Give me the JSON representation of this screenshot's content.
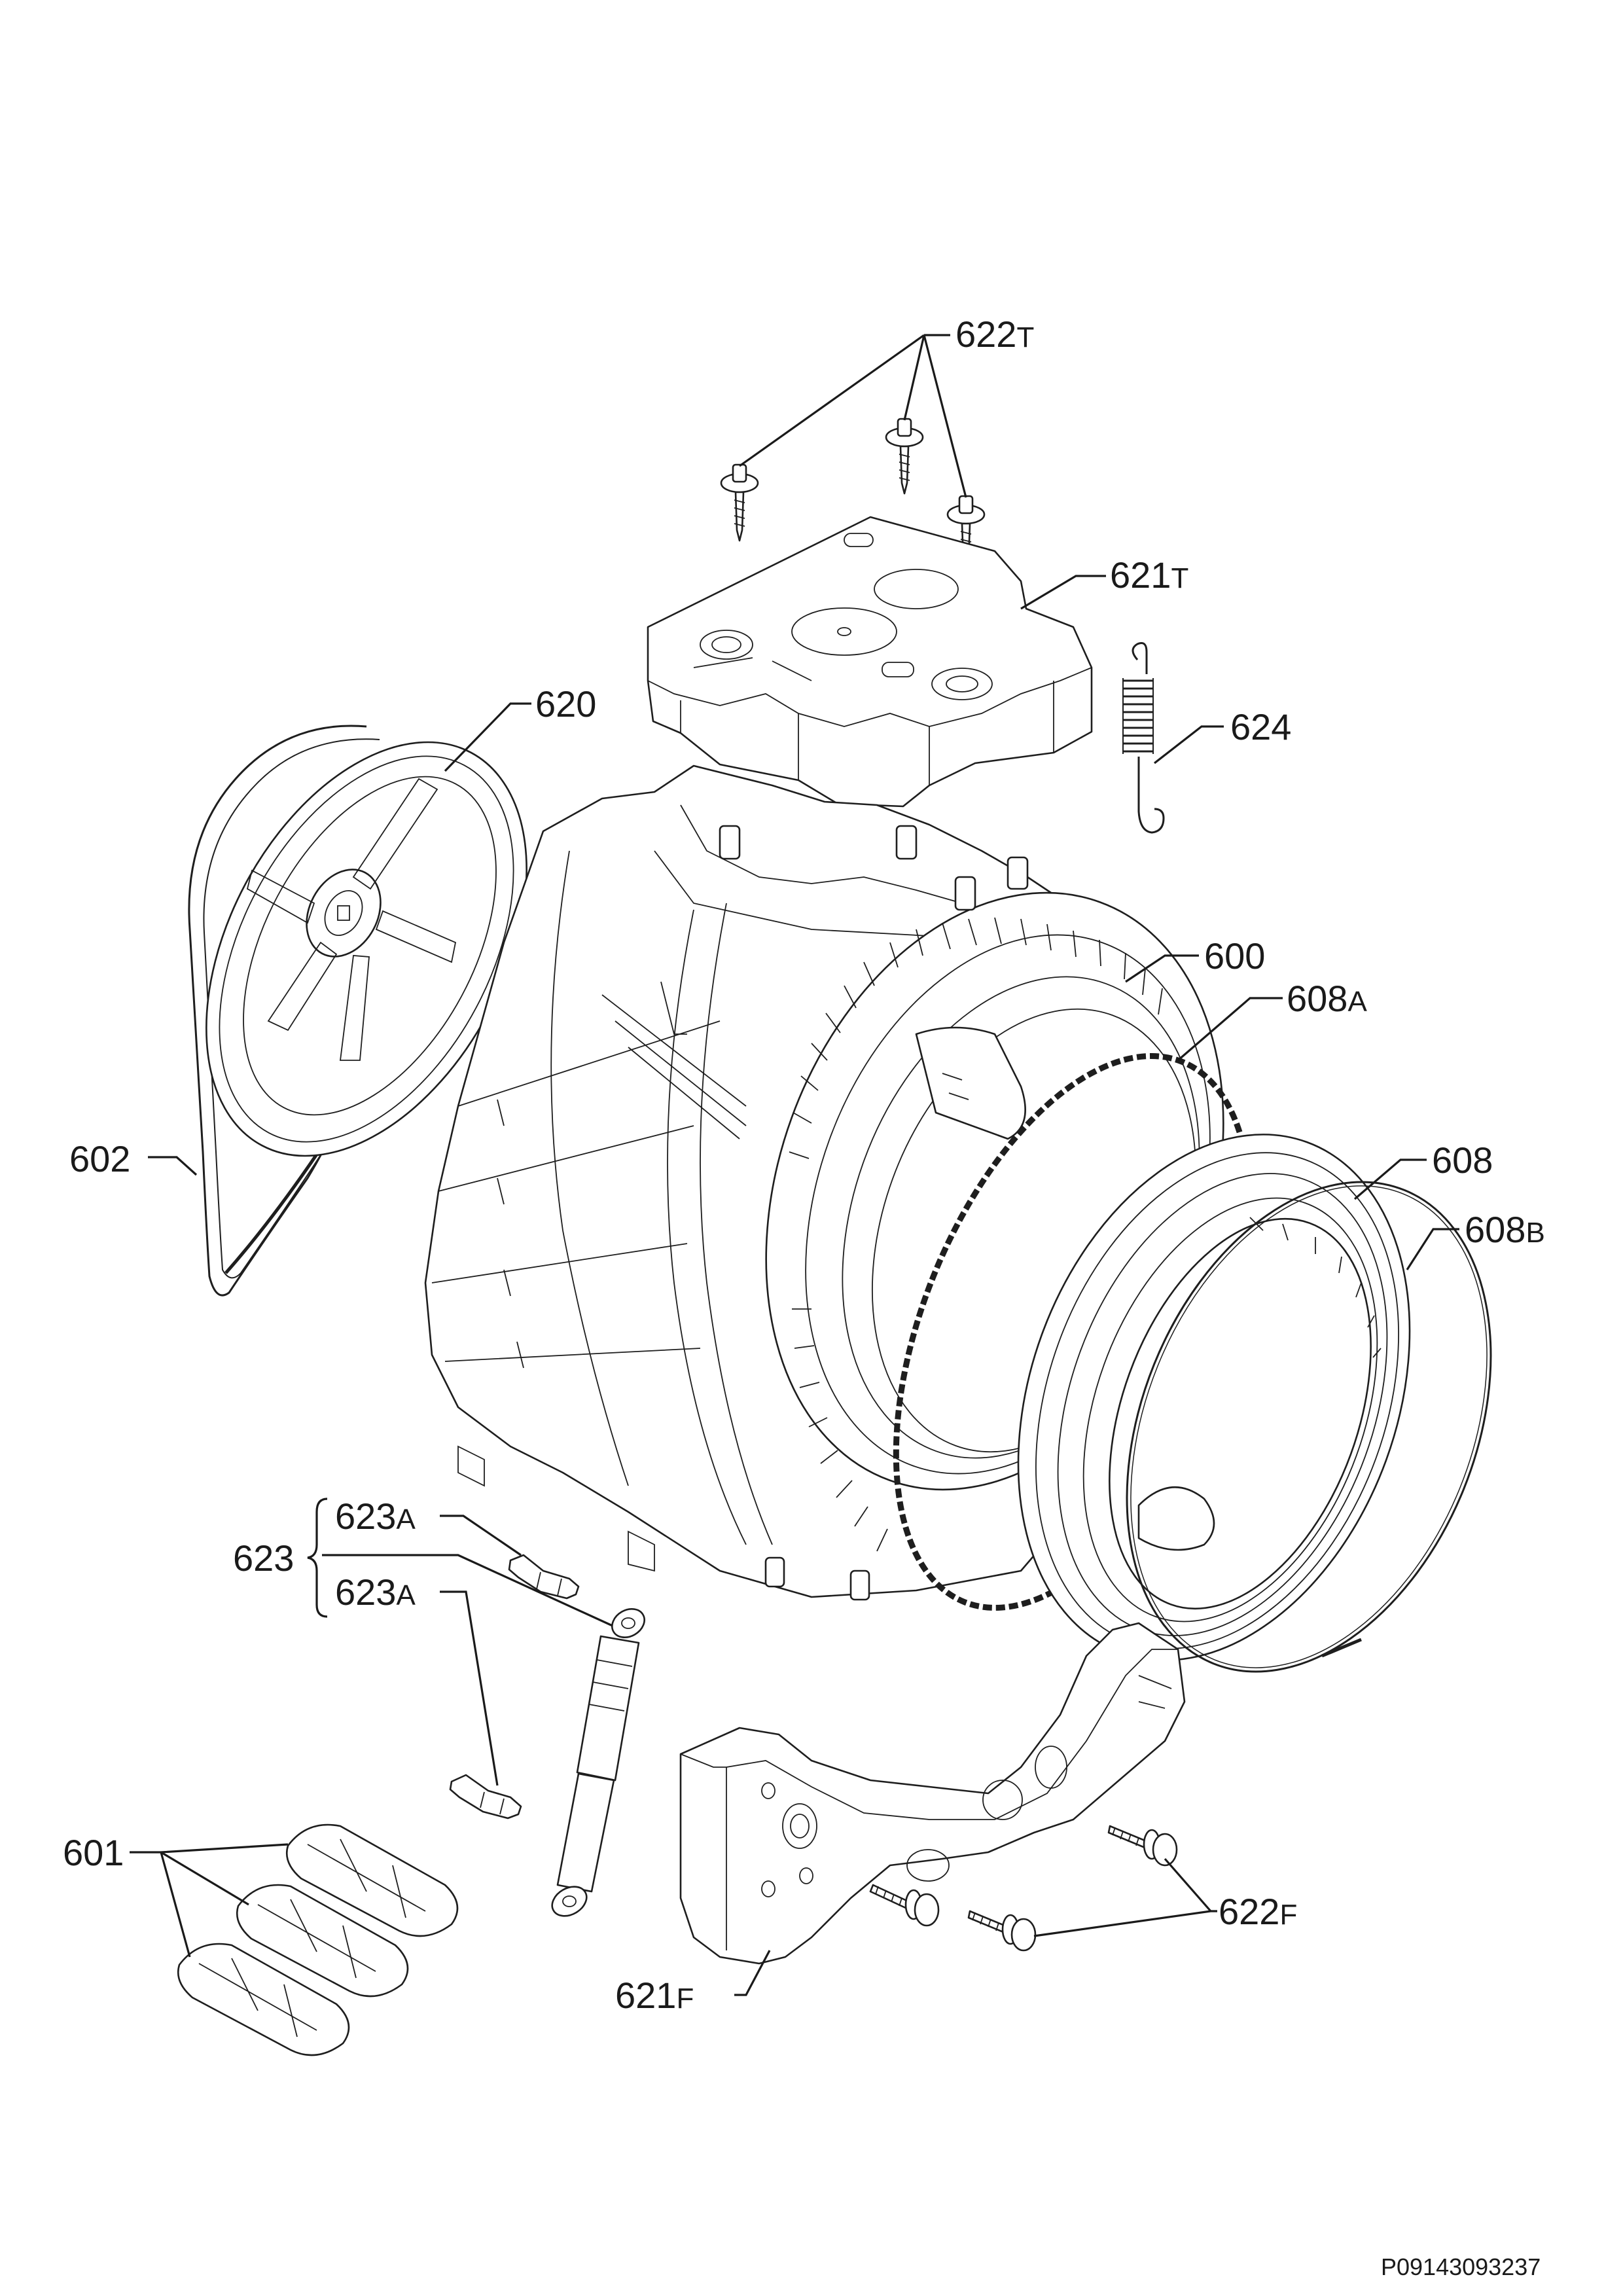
{
  "diagram": {
    "type": "exploded-parts-diagram",
    "part_numbers": {
      "p622t": {
        "num": "622",
        "suffix": "T"
      },
      "p621t": {
        "num": "621",
        "suffix": "T"
      },
      "p624": {
        "num": "624",
        "suffix": ""
      },
      "p620": {
        "num": "620",
        "suffix": ""
      },
      "p600": {
        "num": "600",
        "suffix": ""
      },
      "p608a": {
        "num": "608",
        "suffix": "A"
      },
      "p602": {
        "num": "602",
        "suffix": ""
      },
      "p608": {
        "num": "608",
        "suffix": ""
      },
      "p608b": {
        "num": "608",
        "suffix": "B"
      },
      "p623": {
        "num": "623",
        "suffix": ""
      },
      "p623a_1": {
        "num": "623",
        "suffix": "A"
      },
      "p623a_2": {
        "num": "623",
        "suffix": "A"
      },
      "p601": {
        "num": "601",
        "suffix": ""
      },
      "p622f": {
        "num": "622",
        "suffix": "F"
      },
      "p621f": {
        "num": "621",
        "suffix": "F"
      }
    },
    "document_code": "P09143093237"
  }
}
